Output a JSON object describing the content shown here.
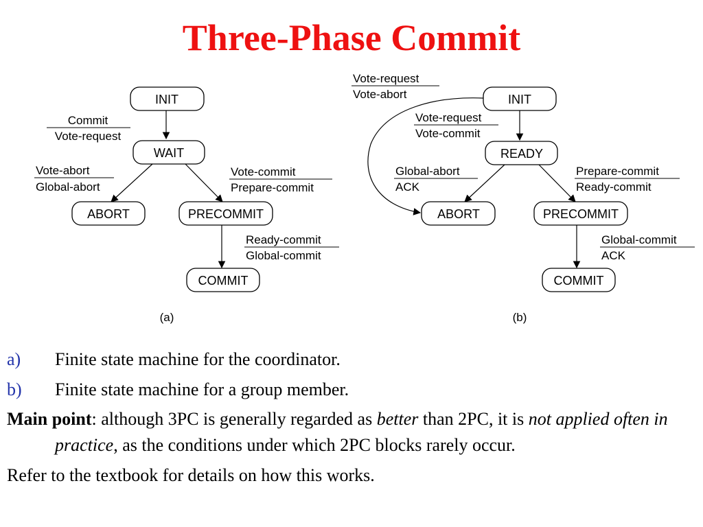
{
  "slide": {
    "title": "Three-Phase Commit"
  },
  "diagram_a": {
    "caption": "(a)",
    "states": {
      "init": "INIT",
      "wait": "WAIT",
      "abort": "ABORT",
      "precommit": "PRECOMMIT",
      "commit": "COMMIT"
    },
    "transitions": {
      "init_wait": {
        "event": "Commit",
        "action": "Vote-request"
      },
      "wait_abort": {
        "event": "Vote-abort",
        "action": "Global-abort"
      },
      "wait_precommit": {
        "event": "Vote-commit",
        "action": "Prepare-commit"
      },
      "precommit_commit": {
        "event": "Ready-commit",
        "action": "Global-commit"
      }
    }
  },
  "diagram_b": {
    "caption": "(b)",
    "states": {
      "init": "INIT",
      "ready": "READY",
      "abort": "ABORT",
      "precommit": "PRECOMMIT",
      "commit": "COMMIT"
    },
    "transitions": {
      "init_abort": {
        "event": "Vote-request",
        "action": "Vote-abort"
      },
      "init_ready": {
        "event": "Vote-request",
        "action": "Vote-commit"
      },
      "ready_abort": {
        "event": "Global-abort",
        "action": "ACK"
      },
      "ready_precommit": {
        "event": "Prepare-commit",
        "action": "Ready-commit"
      },
      "precommit_commit": {
        "event": "Global-commit",
        "action": "ACK"
      }
    }
  },
  "bullets": [
    {
      "marker": "a)",
      "text": "Finite state machine for the coordinator."
    },
    {
      "marker": "b)",
      "text": "Finite state machine for a group member."
    }
  ],
  "main_point": {
    "label": "Main point",
    "part1": ": although 3PC is generally regarded as ",
    "em1": "better",
    "part2": " than 2PC, it is ",
    "em2": "not applied often in practice",
    "part3": ", as the conditions under which 2PC blocks rarely occur."
  },
  "footer_text": "Refer to the textbook for details on how this works."
}
